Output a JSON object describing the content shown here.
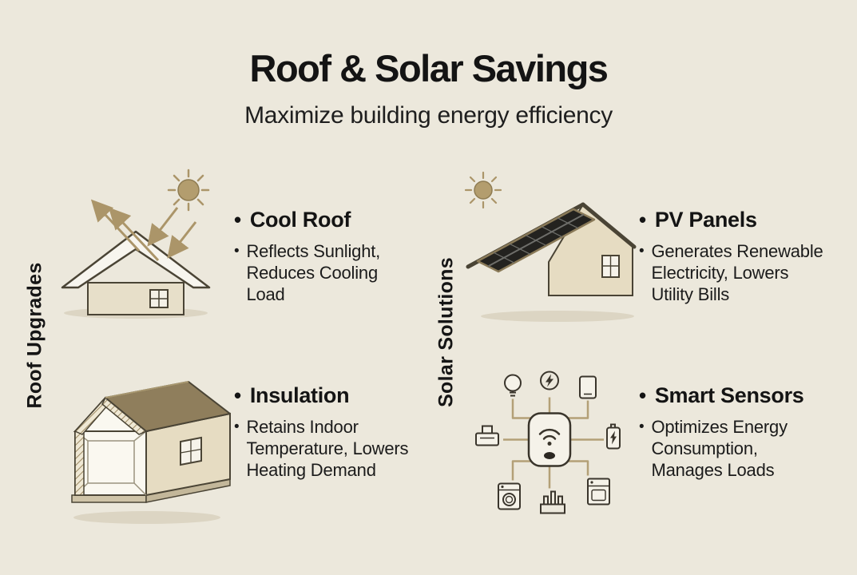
{
  "glyphs": {
    "bullet": "•"
  },
  "header": {
    "title": "Roof & Solar Savings",
    "subtitle": "Maximize building energy efficiency"
  },
  "sections": [
    {
      "label": "Roof Upgrades",
      "items": [
        {
          "icon": "cool-roof-house",
          "heading": "Cool Roof",
          "description": "Reflects Sunlight, Reduces Cooling Load"
        },
        {
          "icon": "insulated-house-cutaway",
          "heading": "Insulation",
          "description": "Retains Indoor Temperature, Lowers Heating Demand"
        }
      ]
    },
    {
      "label": "Solar Solutions",
      "items": [
        {
          "icon": "solar-panel-house",
          "heading": "PV Panels",
          "description": "Generates Renewable Electricity, Lowers Utility Bills"
        },
        {
          "icon": "smart-sensor-hub",
          "heading": "Smart Sensors",
          "description": "Optimizes Energy Consumption, Manages Loads"
        }
      ]
    }
  ],
  "colors": {
    "background": "#ECE8DC",
    "text": "#1B1B1B",
    "tan": "#AB9569",
    "dark_outline": "#4A4435",
    "panel_dark": "#23221F"
  }
}
